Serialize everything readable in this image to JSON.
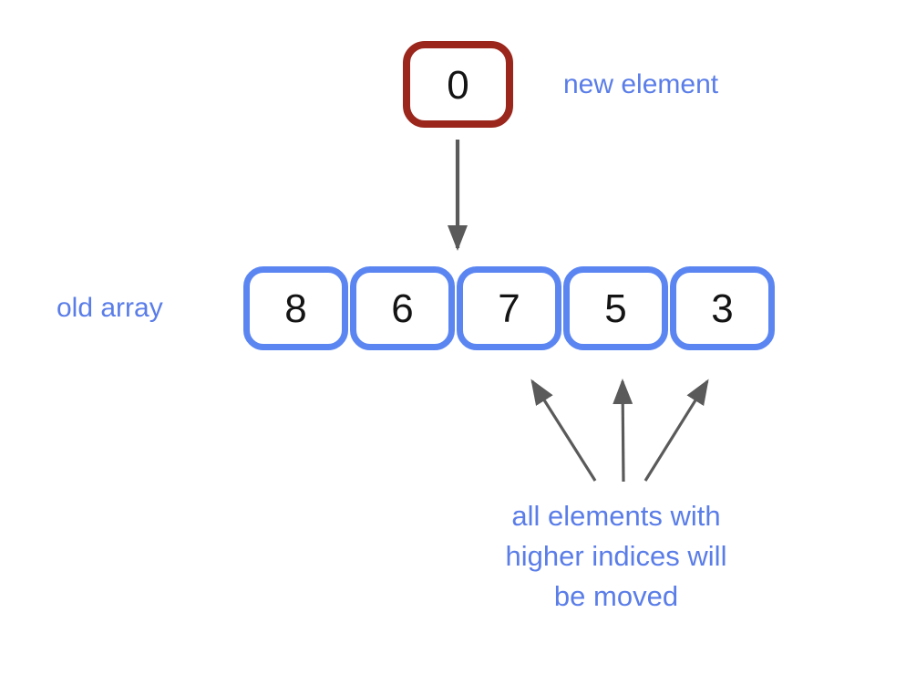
{
  "diagram": {
    "new_element": {
      "value": "0",
      "label": "new element"
    },
    "old_array": {
      "label": "old array",
      "values": [
        "8",
        "6",
        "7",
        "5",
        "3"
      ]
    },
    "caption": {
      "line1": "all elements with",
      "line2": "higher indices will",
      "line3": "be moved"
    },
    "colors": {
      "blue_text": "#5a7de8",
      "blue_box_border": "#5b86f2",
      "red_box_border": "#9a261c",
      "arrow_gray": "#5a5a5a",
      "digit_black": "#141414",
      "background": "#ffffff"
    }
  }
}
